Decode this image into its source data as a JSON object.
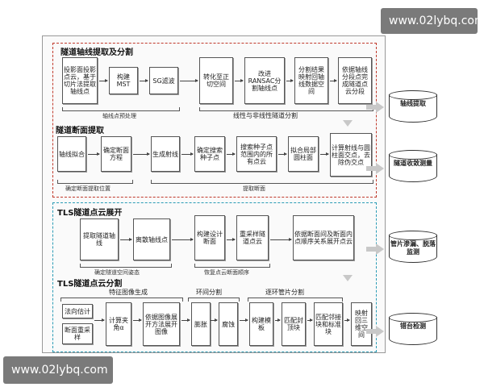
{
  "watermark": "www.02lybq.com",
  "sections": {
    "s1": {
      "title": "隧道轴线提取及分割",
      "boxes": [
        "投影面投影点云，基于切片法提取轴线点",
        "构建MST",
        "SG滤波",
        "转化至正切空间",
        "改进RANSAC分割轴线点",
        "分割结果映射回轴线数据空间",
        "依据轴线分段点完成隧道点云分段"
      ],
      "sub1": "轴线点预处理",
      "sub2": "线性与非线性隧道分割",
      "output": "轴线提取"
    },
    "s2": {
      "title": "隧道断面提取",
      "boxes": [
        "轴线拟合",
        "确定断面方程",
        "生成射线",
        "确定搜索种子点",
        "搜索种子点范围内的所有点云",
        "拟合局部圆柱面",
        "计算射线与圆柱面交点，去除伪交点"
      ],
      "sub1": "确定断面提取位置",
      "sub2": "提取断面",
      "output": "隧道收敛测量"
    },
    "s3": {
      "title": "TLS隧道点云展开",
      "boxes": [
        "提取隧道轴线",
        "离散轴线点",
        "构建设计断面",
        "重采样隧道点云",
        "依据断面间及断面内点顺序关系展开点云"
      ],
      "sub1": "确定隧道空间姿态",
      "sub2": "恢复点云断面顺序",
      "output": "管片渗漏、脱落监测"
    },
    "s4": {
      "title": "TLS隧道点云分割",
      "head1": "特征图像生成",
      "head2": "环间分割",
      "head3": "逐环管片分割",
      "boxes": [
        "法向估计",
        "断面重采样",
        "计算夹角α",
        "依据图像展开方法展开图像",
        "膨胀",
        "腐蚀",
        "构建模板",
        "匹配封顶块",
        "匹配邻接块和标准块",
        "映射回三维空间"
      ],
      "output": "错台检测"
    }
  }
}
